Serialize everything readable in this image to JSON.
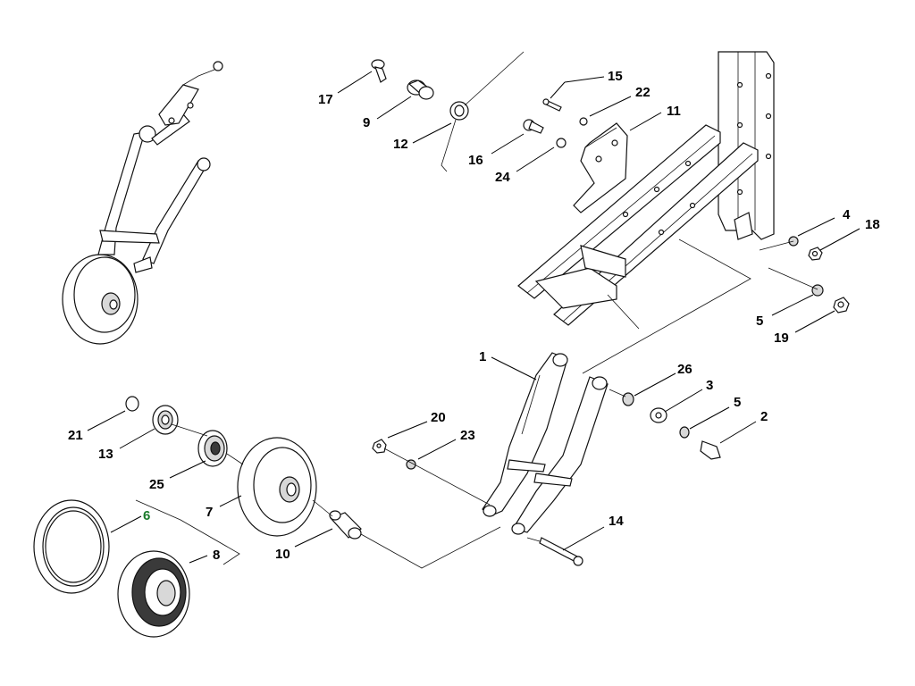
{
  "diagram": {
    "callouts": [
      {
        "id": "c17",
        "label": "17"
      },
      {
        "id": "c9",
        "label": "9"
      },
      {
        "id": "c12",
        "label": "12"
      },
      {
        "id": "c15",
        "label": "15"
      },
      {
        "id": "c22",
        "label": "22"
      },
      {
        "id": "c11",
        "label": "11"
      },
      {
        "id": "c16",
        "label": "16"
      },
      {
        "id": "c24",
        "label": "24"
      },
      {
        "id": "c4",
        "label": "4"
      },
      {
        "id": "c18",
        "label": "18"
      },
      {
        "id": "c5a",
        "label": "5"
      },
      {
        "id": "c19",
        "label": "19"
      },
      {
        "id": "c1",
        "label": "1"
      },
      {
        "id": "c26",
        "label": "26"
      },
      {
        "id": "c3",
        "label": "3"
      },
      {
        "id": "c5b",
        "label": "5"
      },
      {
        "id": "c2",
        "label": "2"
      },
      {
        "id": "c20",
        "label": "20"
      },
      {
        "id": "c23",
        "label": "23"
      },
      {
        "id": "c14",
        "label": "14"
      },
      {
        "id": "c21",
        "label": "21"
      },
      {
        "id": "c13",
        "label": "13"
      },
      {
        "id": "c25",
        "label": "25"
      },
      {
        "id": "c7",
        "label": "7"
      },
      {
        "id": "c6",
        "label": "6"
      },
      {
        "id": "c8",
        "label": "8"
      },
      {
        "id": "c10",
        "label": "10"
      }
    ],
    "highlight_color": "#1a7a2a"
  }
}
